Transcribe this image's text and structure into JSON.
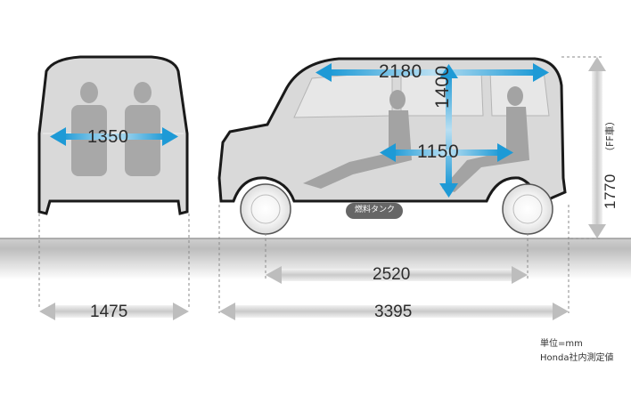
{
  "dimensions": {
    "interior_width": "1350",
    "interior_length": "2180",
    "interior_height": "1400",
    "seat_spacing": "1150",
    "overall_width": "1475",
    "wheelbase": "2520",
    "overall_length": "3395",
    "overall_height": "1770",
    "height_note": "（FF車）"
  },
  "fuel_tank_label": "燃料タンク",
  "notes": {
    "unit": "単位=mm",
    "source": "Honda社内測定値"
  },
  "colors": {
    "arrow_blue": "#1e9ad6",
    "body_fill": "#d9d9d9",
    "ground": "#9a9a9a",
    "outline": "#1a1a1a"
  }
}
